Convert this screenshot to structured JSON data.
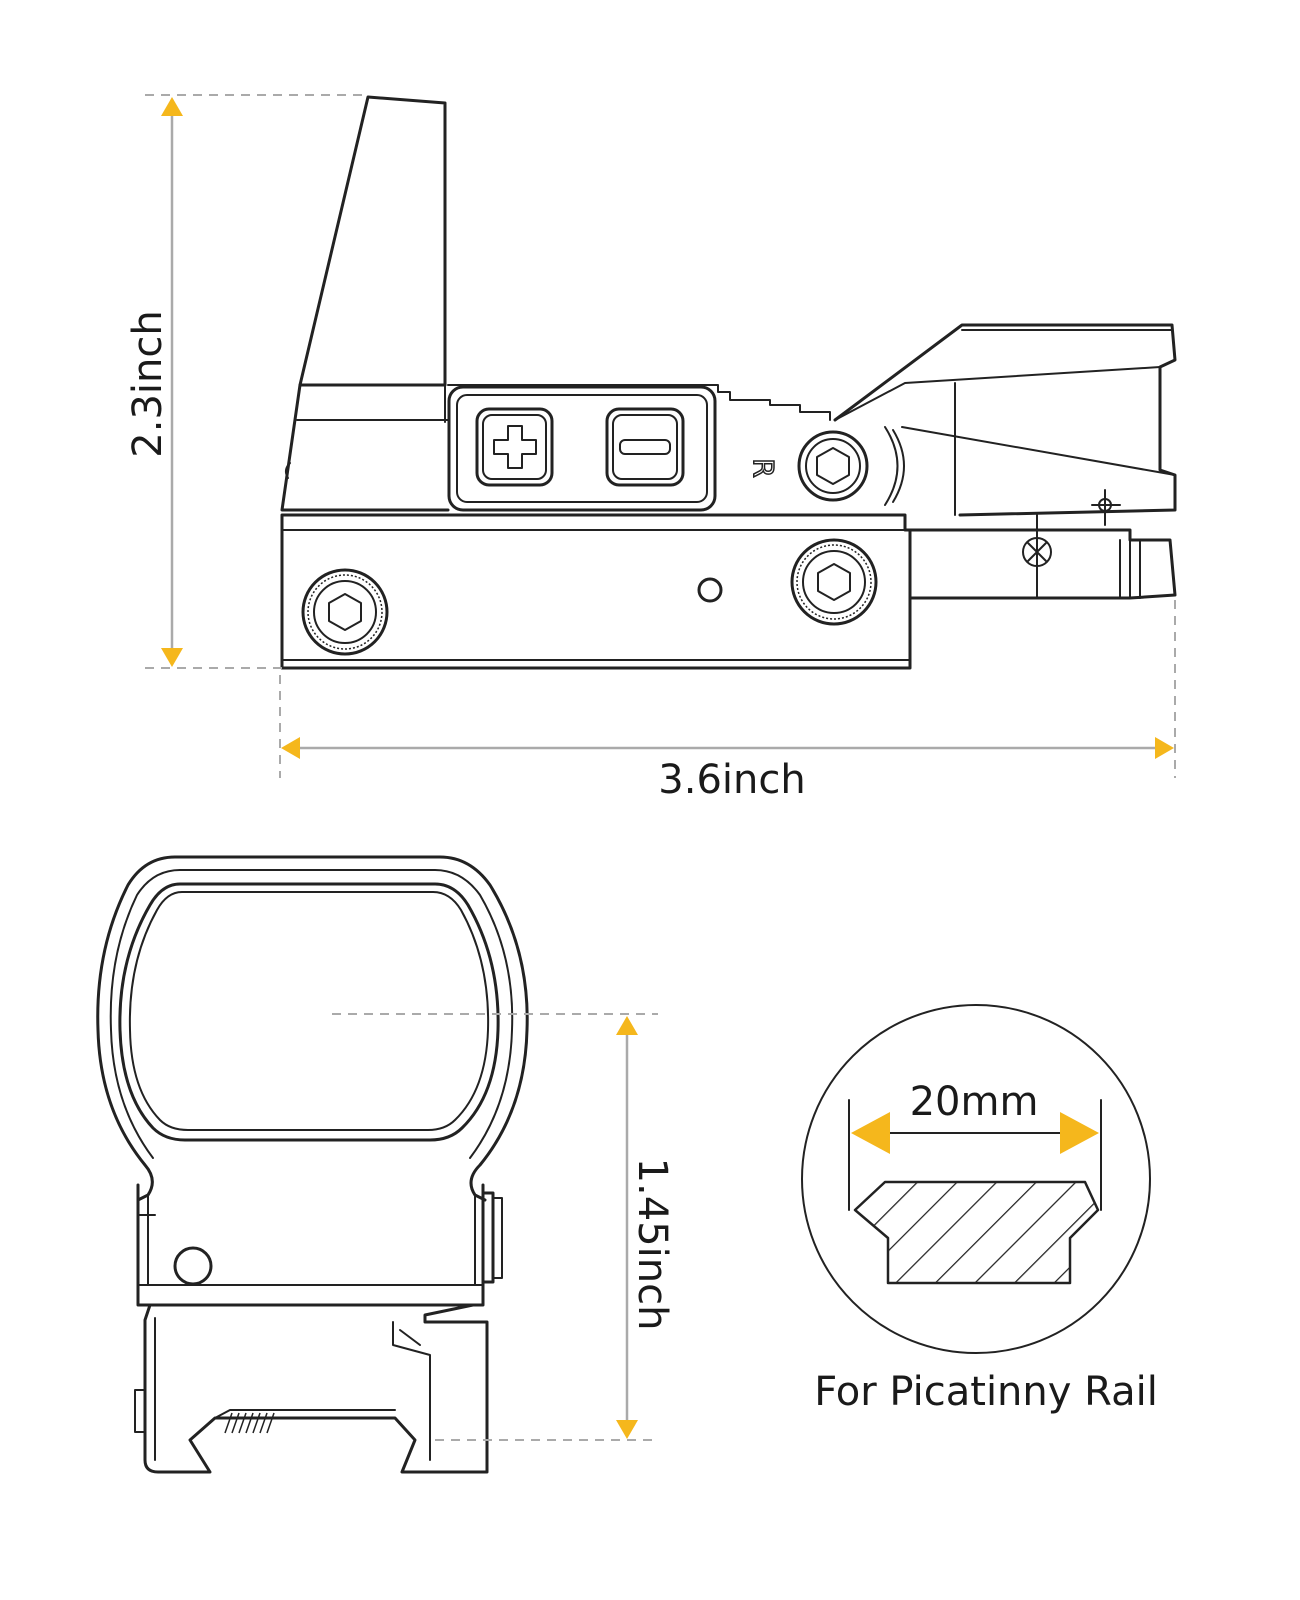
{
  "dimensions": {
    "height": "2.3inch",
    "length": "3.6inch",
    "optical_axis_height": "1.45inch",
    "rail_width": "20mm"
  },
  "rail_caption": "For Picatinny Rail",
  "buttons": {
    "plus_symbol": "+",
    "minus_symbol": "−"
  },
  "reticle_marker": "R",
  "colors": {
    "arrow": "#f5b71c",
    "outline": "#222222",
    "dimension_line": "#aaaaaa",
    "text": "#1a1a1a"
  }
}
